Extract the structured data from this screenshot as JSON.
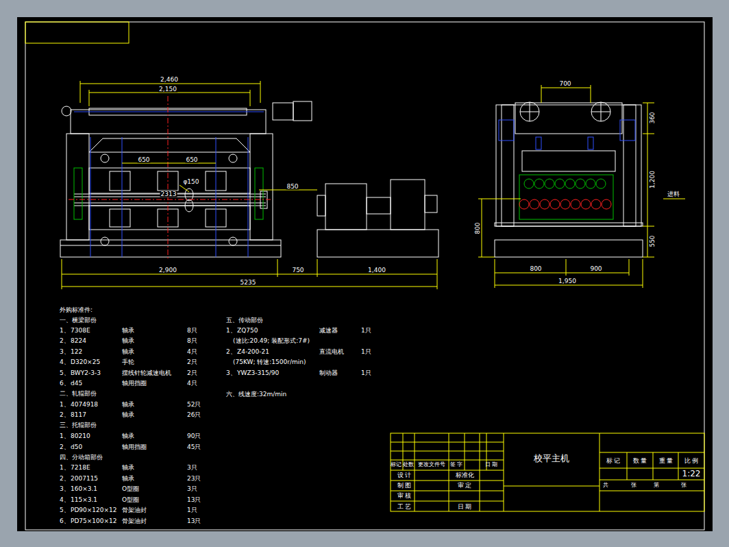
{
  "diagram": {
    "title": "校平主机",
    "labels": [
      "2,460",
      "2,150",
      "650",
      "650",
      "φ150",
      "2313",
      "850",
      "2,900",
      "750",
      "1,400",
      "5235",
      "700",
      "360",
      "1,200",
      "800",
      "550",
      "800",
      "900",
      "1,950",
      "进料",
      "外购标准件:",
      "一、横梁部份",
      "1、",
      "7308E",
      "轴承",
      "8只",
      "2、",
      "8224",
      "轴承",
      "8只",
      "3、",
      "122",
      "轴承",
      "4只",
      "4、",
      "D320×25",
      "手轮",
      "2只",
      "5、",
      "BWY2-3-3",
      "摆线针轮减速电机",
      "2只",
      "6、",
      "d45",
      "轴用挡圈",
      "4只",
      "二、轧辊部份",
      "1、",
      "4074918",
      "轴承",
      "52只",
      "2、",
      "8117",
      "轴承",
      "26只",
      "三、托辊部份",
      "1、",
      "80210",
      "轴承",
      "90只",
      "2、",
      "d50",
      "轴用挡圈",
      "45只",
      "四、分动箱部份",
      "1、",
      "7218E",
      "轴承",
      "3只",
      "2、",
      "2007115",
      "轴承",
      "23只",
      "3、",
      "160×3.1",
      "O型圈",
      "3只",
      "4、",
      "115×3.1",
      "O型圈",
      "13只",
      "5、",
      "PD90×120×12",
      "骨架油封",
      "1只",
      "6、",
      "PD75×100×12",
      "骨架油封",
      "13只",
      "五、传动部份",
      "1、",
      "ZQ750",
      "减速器",
      "1只",
      "(速比:20.49; 装配形式:7#)",
      "2、",
      "Z4-200-21",
      "直流电机",
      "1只",
      "(75KW; 转速:1500r/min)",
      "3、",
      "YWZ3-315/90",
      "制动器",
      "1只",
      "六、线速度:32m/min",
      "标记",
      "处数",
      "更改文件号",
      "签 字",
      "日 期",
      "设 计",
      "标准化",
      "制 图",
      "审 定",
      "审 核",
      "工 艺",
      "日 期",
      "标 记",
      "数 量",
      "重 量",
      "比 例",
      "1:22",
      "共",
      "张",
      "第",
      "张"
    ]
  }
}
